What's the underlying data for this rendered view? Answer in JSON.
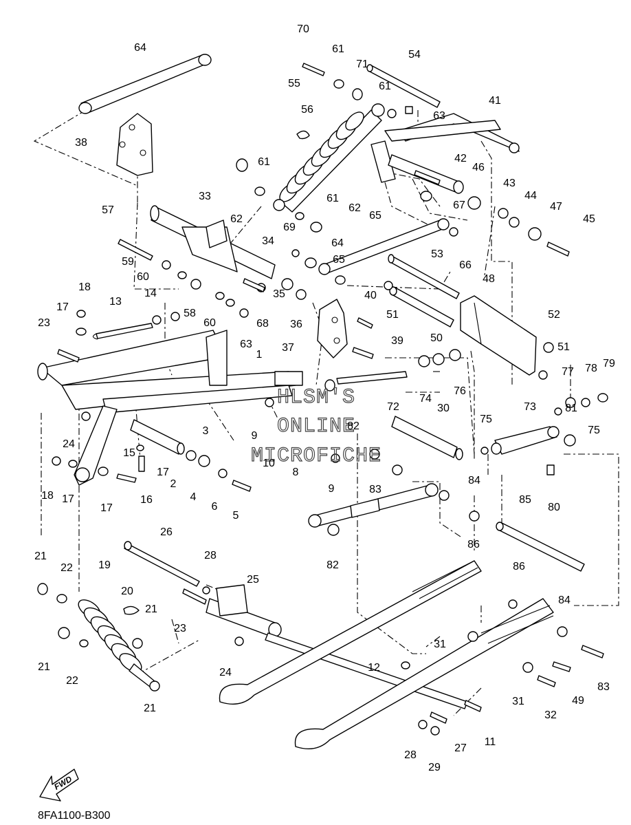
{
  "diagram": {
    "code": "8FA1100-B300",
    "fwd_label": "FWD",
    "watermark": [
      "HLSM'S",
      "ONLINE",
      "MICROFICHE"
    ],
    "callouts": [
      "70",
      "61",
      "71",
      "54",
      "55",
      "56",
      "61",
      "63",
      "41",
      "64",
      "38",
      "61",
      "33",
      "62",
      "42",
      "46",
      "43",
      "44",
      "47",
      "45",
      "57",
      "61",
      "62",
      "69",
      "65",
      "64",
      "67",
      "34",
      "59",
      "60",
      "58",
      "35",
      "36",
      "66",
      "65",
      "53",
      "68",
      "14",
      "18",
      "60",
      "63",
      "40",
      "51",
      "48",
      "13",
      "17",
      "23",
      "1",
      "37",
      "39",
      "52",
      "50",
      "51",
      "77",
      "78",
      "79",
      "74",
      "76",
      "72",
      "82",
      "9",
      "3",
      "73",
      "75",
      "24",
      "30",
      "15",
      "75",
      "81",
      "10",
      "17",
      "8",
      "83",
      "2",
      "4",
      "6",
      "9",
      "80",
      "18",
      "17",
      "16",
      "17",
      "5",
      "84",
      "26",
      "85",
      "86",
      "82",
      "28",
      "86",
      "21",
      "22",
      "19",
      "20",
      "25",
      "84",
      "21",
      "23",
      "31",
      "24",
      "21",
      "22",
      "12",
      "31",
      "49",
      "83",
      "32",
      "11",
      "21",
      "27",
      "28",
      "29"
    ]
  }
}
